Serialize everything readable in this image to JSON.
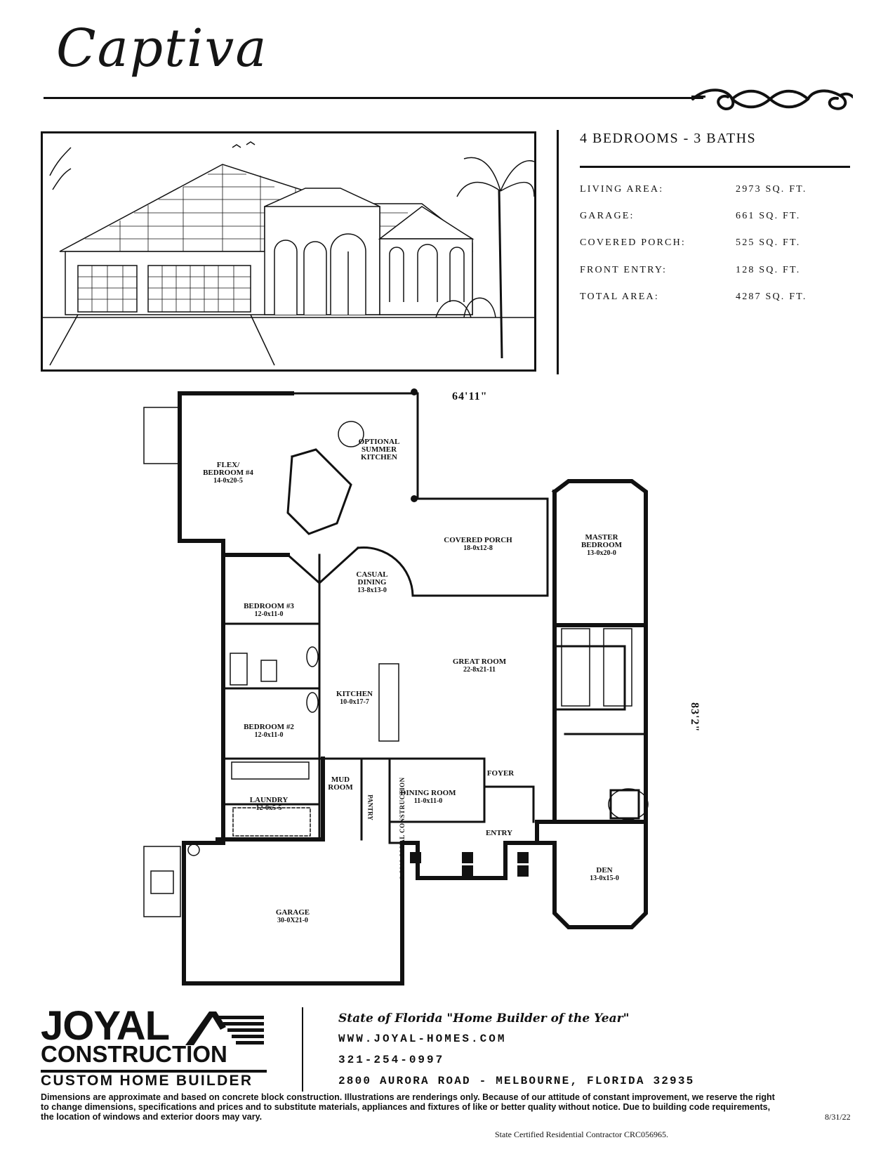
{
  "header": {
    "title": "Captiva"
  },
  "specs": {
    "beds_baths": "4 BEDROOMS - 3 BATHS",
    "rows": [
      {
        "label": "LIVING AREA:",
        "value": "2973 SQ. FT."
      },
      {
        "label": "GARAGE:",
        "value": "661 SQ. FT."
      },
      {
        "label": "COVERED PORCH:",
        "value": "525 SQ. FT."
      },
      {
        "label": "FRONT ENTRY:",
        "value": "128 SQ. FT."
      },
      {
        "label": "TOTAL AREA:",
        "value": "4287 SQ. FT."
      }
    ]
  },
  "floorplan": {
    "width_dim": "64'11\"",
    "depth_dim": "83'2\"",
    "copyright": "© 2018 JOYAL CONSTRUCTION",
    "rooms": [
      {
        "name": "FLEX/\nBEDROOM #4",
        "dim": "14-0x20-5"
      },
      {
        "name": "OPTIONAL\nSUMMER\nKITCHEN",
        "dim": ""
      },
      {
        "name": "COVERED PORCH",
        "dim": "18-0x12-8"
      },
      {
        "name": "MASTER\nBEDROOM",
        "dim": "13-0x20-0"
      },
      {
        "name": "CASUAL\nDINING",
        "dim": "13-8x13-0"
      },
      {
        "name": "BEDROOM #3",
        "dim": "12-0x11-0"
      },
      {
        "name": "GREAT ROOM",
        "dim": "22-8x21-11"
      },
      {
        "name": "KITCHEN",
        "dim": "10-0x17-7"
      },
      {
        "name": "BEDROOM #2",
        "dim": "12-0x11-0"
      },
      {
        "name": "MUD\nROOM",
        "dim": ""
      },
      {
        "name": "DINING ROOM",
        "dim": "11-0x11-0"
      },
      {
        "name": "FOYER",
        "dim": ""
      },
      {
        "name": "LAUNDRY",
        "dim": "12-0x5-5"
      },
      {
        "name": "PANTRY",
        "dim": ""
      },
      {
        "name": "ENTRY",
        "dim": ""
      },
      {
        "name": "DEN",
        "dim": "13-0x15-0"
      },
      {
        "name": "GARAGE",
        "dim": "30-0X21-0"
      }
    ]
  },
  "footer": {
    "logo_line1": "JOYAL",
    "logo_line2": "CONSTRUCTION",
    "logo_line3": "CUSTOM HOME BUILDER",
    "award": "State of Florida \"Home Builder of the Year\"",
    "website": "WWW.JOYAL-HOMES.COM",
    "phone": "321-254-0997",
    "address": "2800 AURORA ROAD - MELBOURNE, FLORIDA 32935",
    "disclaimer": "Dimensions are approximate and based on concrete block construction. Illustrations are renderings only. Because of our attitude of constant improvement, we reserve the right to change dimensions, specifications and prices and to substitute materials, appliances and fixtures of like or better quality without notice. Due to building code requirements, the location of windows and exterior doors may vary.",
    "contractor": "State Certified Residential Contractor CRC056965.",
    "date": "8/31/22"
  }
}
